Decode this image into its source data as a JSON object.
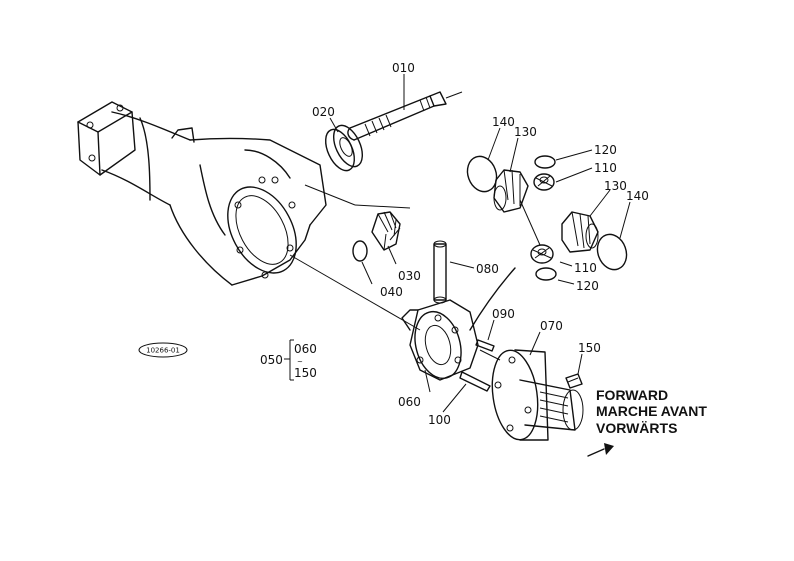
{
  "callouts": {
    "p010": "010",
    "p020": "020",
    "p030": "030",
    "p040": "040",
    "p050": "050",
    "p060a": "060",
    "p060b": "060",
    "p070": "070",
    "p080": "080",
    "p090": "090",
    "p100": "100",
    "p110a": "110",
    "p110b": "110",
    "p120a": "120",
    "p120b": "120",
    "p130a": "130",
    "p130b": "130",
    "p140a": "140",
    "p140b": "140",
    "p150a": "150",
    "p150b": "150"
  },
  "group_tilde": "~",
  "drawing_code": "10266-01",
  "direction": {
    "line1": "FORWARD",
    "line2": "MARCHE AVANT",
    "line3": "VORWÄRTS"
  }
}
